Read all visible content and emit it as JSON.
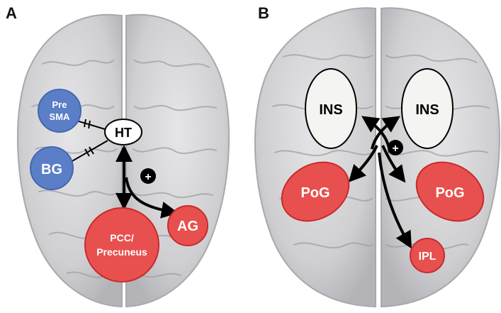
{
  "panels": [
    {
      "letter": "A",
      "regions": [
        {
          "id": "presma",
          "lines": [
            "Pre",
            "SMA"
          ],
          "kind": "blue"
        },
        {
          "id": "bg",
          "lines": [
            "BG"
          ],
          "kind": "blue"
        },
        {
          "id": "ht",
          "lines": [
            "HT"
          ],
          "kind": "outline"
        },
        {
          "id": "pcc",
          "lines": [
            "PCC/",
            "Precuneus"
          ],
          "kind": "red"
        },
        {
          "id": "ag",
          "lines": [
            "AG"
          ],
          "kind": "red"
        }
      ],
      "plus_sign": "+"
    },
    {
      "letter": "B",
      "regions": [
        {
          "id": "ins-left",
          "lines": [
            "INS"
          ],
          "kind": "white"
        },
        {
          "id": "ins-right",
          "lines": [
            "INS"
          ],
          "kind": "white"
        },
        {
          "id": "pog-left",
          "lines": [
            "PoG"
          ],
          "kind": "red"
        },
        {
          "id": "pog-right",
          "lines": [
            "PoG"
          ],
          "kind": "red"
        },
        {
          "id": "ipl",
          "lines": [
            "IPL"
          ],
          "kind": "red"
        }
      ],
      "plus_sign": "+"
    }
  ],
  "colors": {
    "brain": "#d4d4d6",
    "brain_edge": "#a9a9ad",
    "sulcus": "#9c9ca2",
    "blue_fill": "#5b7fc7",
    "blue_edge": "#4466b0",
    "red_fill": "#e8504f",
    "red_edge": "#c82b2b",
    "white_fill": "#f4f4f2",
    "outline_edge": "#000000",
    "arrow": "#000000"
  }
}
